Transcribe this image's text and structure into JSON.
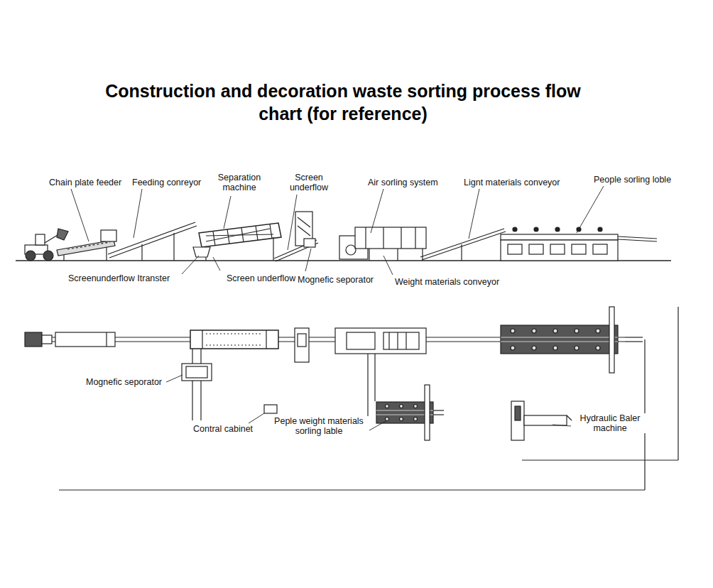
{
  "diagram": {
    "title": "Construction and decoration waste sorting process flow chart (for reference)",
    "labels": [
      "Chain plate feeder",
      "Feeding conreyor",
      "Separation machine",
      "Screen underflow",
      "Air sorling system",
      "Lignt materials conveyor",
      "People sorling loble",
      "Screenunderflow Itranster",
      "Screen underflow",
      "Mognefic seporator",
      "Weight materials conveyor",
      "Mognefic seporator",
      "Contral cabinet",
      "Peple weight materials sorling lable",
      "Hydraulic Baler machine"
    ]
  }
}
